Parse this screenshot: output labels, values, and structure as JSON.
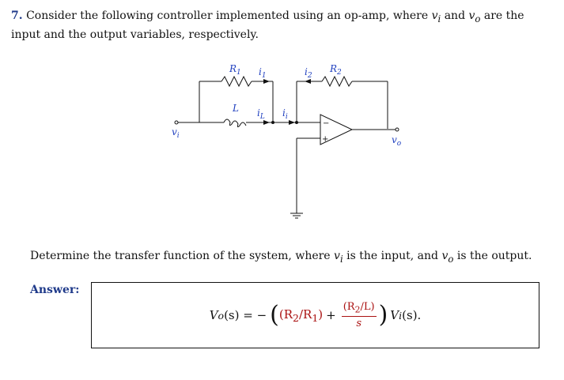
{
  "question": {
    "number": "7.",
    "text_before_vi": "Consider the following controller implemented using an op-amp, where",
    "vi": "v",
    "vi_sub": "i",
    "and": "and",
    "vo": "v",
    "vo_sub": "o",
    "text_after": "are the input and the output variables, respectively."
  },
  "circuit": {
    "labels": {
      "R1": "R",
      "R1_sub": "1",
      "R2": "R",
      "R2_sub": "2",
      "L": "L",
      "i1": "i",
      "i1_sub": "1",
      "i2": "i",
      "i2_sub": "2",
      "iL": "i",
      "iL_sub": "L",
      "ii": "i",
      "ii_sub": "i",
      "vi": "v",
      "vi_sub": "i",
      "vo": "v",
      "vo_sub": "o",
      "minus": "−",
      "plus": "+"
    },
    "colors": {
      "label_blue": "#1f3fbf",
      "wire": "#111111"
    }
  },
  "determine": {
    "text1": "Determine the transfer function of the system, where",
    "vi": "v",
    "vi_sub": "i",
    "text2": "is the input, and",
    "vo": "v",
    "vo_sub": "o",
    "text3": "is the output."
  },
  "answer": {
    "label": "Answer:",
    "lhs": "V",
    "lhs_sub": "o",
    "lhs_arg": "(s) = −",
    "term1": "(R",
    "term1_sub1": "2",
    "term1_mid": "/R",
    "term1_sub2": "1",
    "term1_end": ")",
    "plus": "+",
    "frac_num": "(R",
    "frac_num_sub": "2",
    "frac_num_end": "/L)",
    "frac_den": "s",
    "rhs": "V",
    "rhs_sub": "i",
    "rhs_arg": "(s)."
  }
}
